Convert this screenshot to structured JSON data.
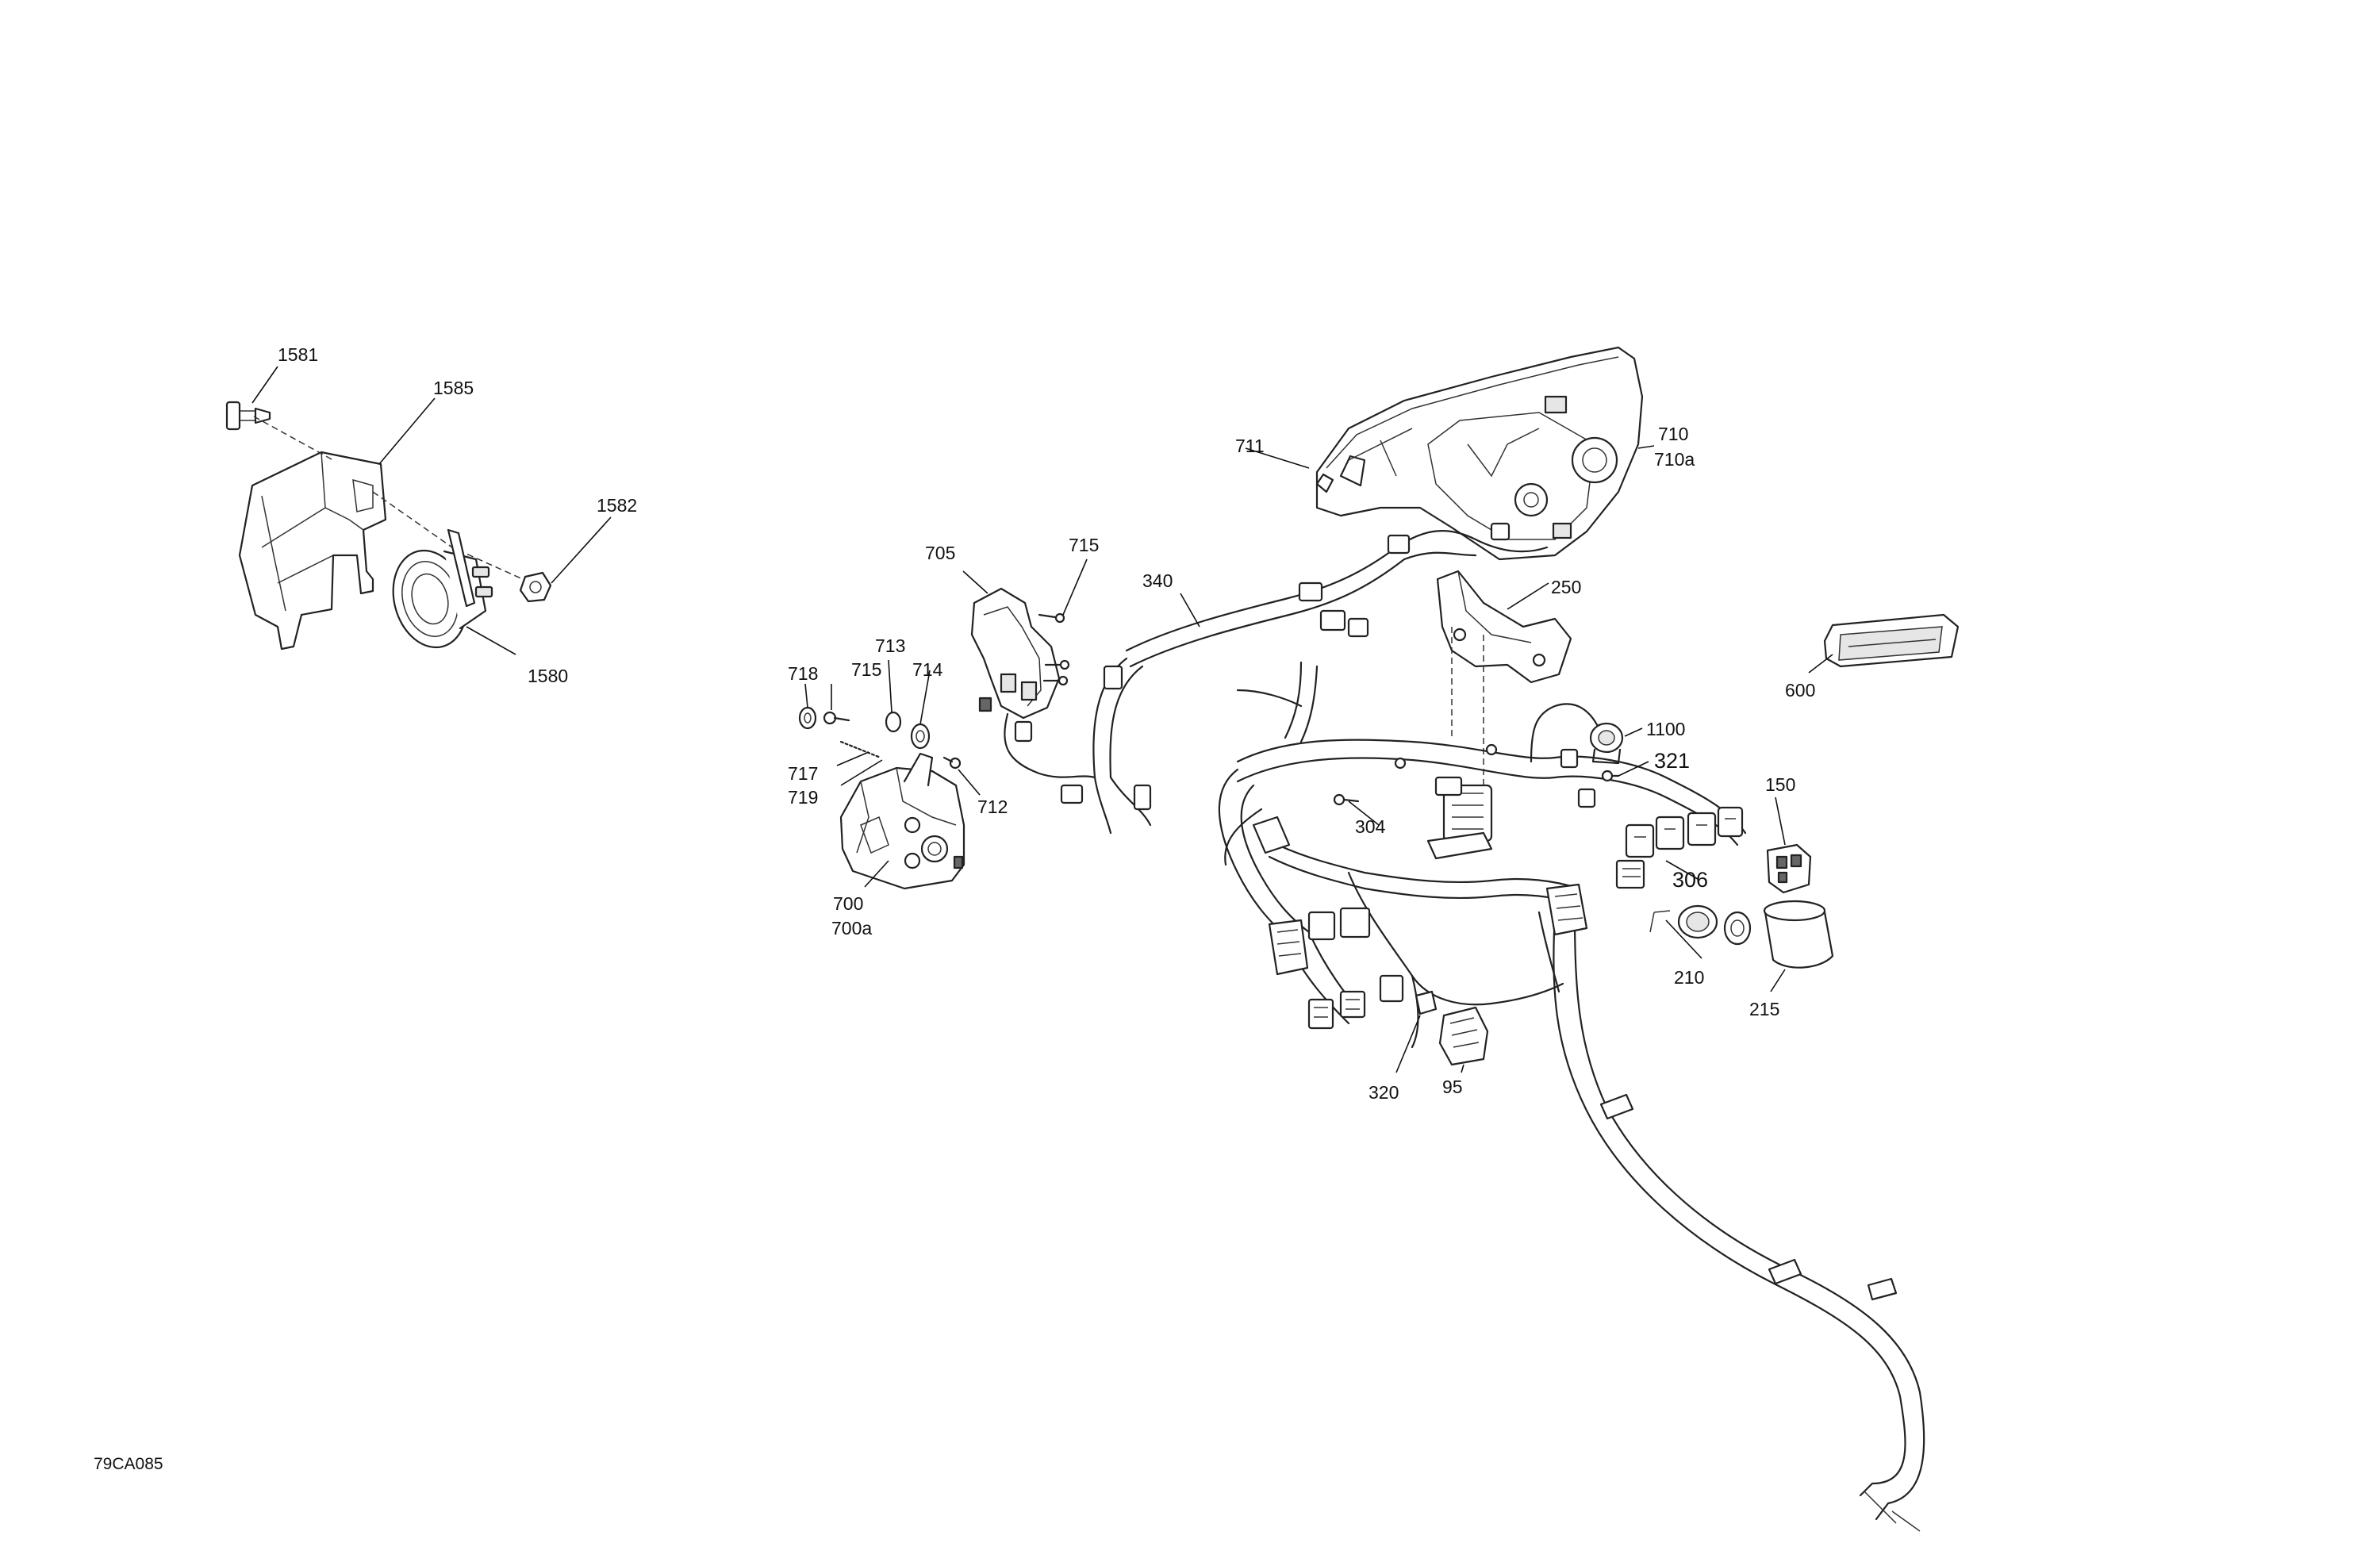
{
  "diagram": {
    "reference_code": "79CA085",
    "callouts": [
      {
        "id": "1581",
        "text": "1581"
      },
      {
        "id": "1585",
        "text": "1585"
      },
      {
        "id": "1582",
        "text": "1582"
      },
      {
        "id": "1580",
        "text": "1580"
      },
      {
        "id": "705",
        "text": "705"
      },
      {
        "id": "715a",
        "text": "715"
      },
      {
        "id": "340",
        "text": "340"
      },
      {
        "id": "711",
        "text": "711"
      },
      {
        "id": "710",
        "text": "710"
      },
      {
        "id": "710a",
        "text": "710a"
      },
      {
        "id": "250",
        "text": "250"
      },
      {
        "id": "600",
        "text": "600"
      },
      {
        "id": "718",
        "text": "718"
      },
      {
        "id": "715b",
        "text": "715"
      },
      {
        "id": "713",
        "text": "713"
      },
      {
        "id": "714",
        "text": "714"
      },
      {
        "id": "717",
        "text": "717"
      },
      {
        "id": "719",
        "text": "719"
      },
      {
        "id": "712",
        "text": "712"
      },
      {
        "id": "700",
        "text": "700"
      },
      {
        "id": "700a",
        "text": "700a"
      },
      {
        "id": "1100",
        "text": "1100"
      },
      {
        "id": "321",
        "text": "321"
      },
      {
        "id": "304",
        "text": "304"
      },
      {
        "id": "150",
        "text": "150"
      },
      {
        "id": "306",
        "text": "306"
      },
      {
        "id": "210",
        "text": "210"
      },
      {
        "id": "215",
        "text": "215"
      },
      {
        "id": "320",
        "text": "320"
      },
      {
        "id": "95",
        "text": "95"
      }
    ]
  }
}
